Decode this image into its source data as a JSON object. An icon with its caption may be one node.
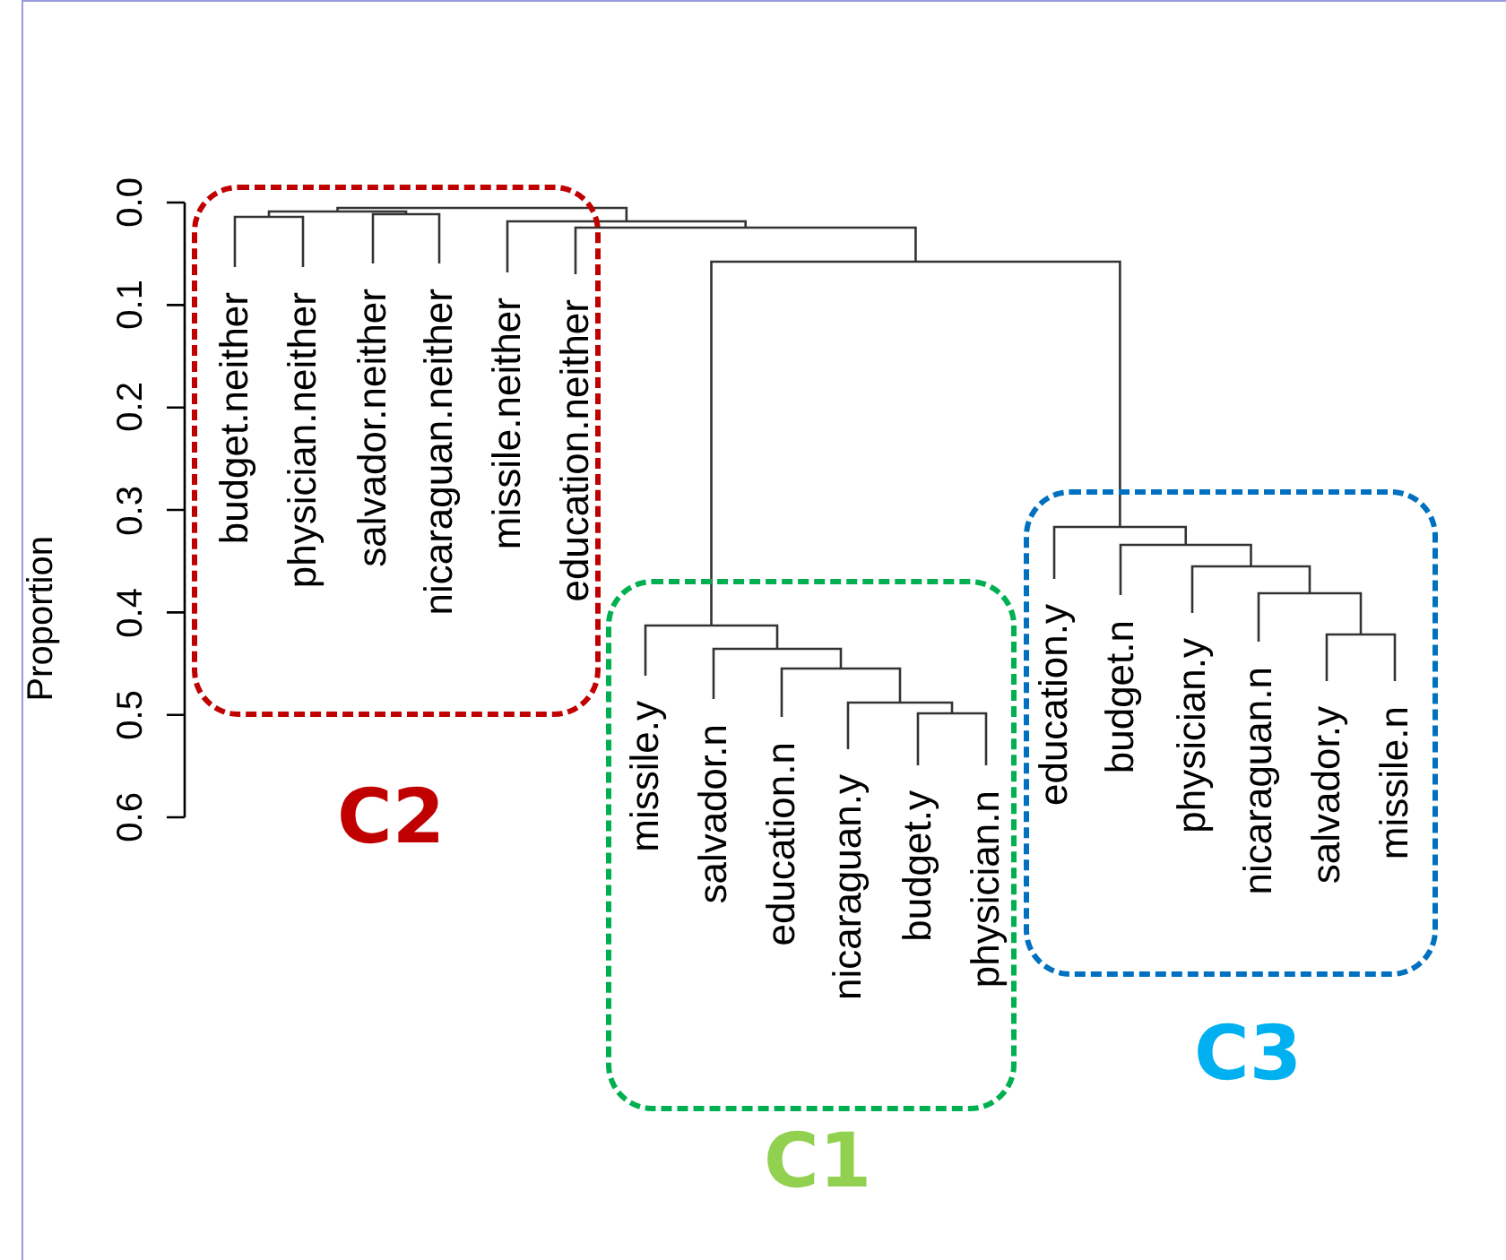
{
  "diagram": {
    "nodes": [
      {
        "text": [
          "C2"
        ]
      },
      {
        "text": [
          "budget.neither"
        ],
        "in": 0
      },
      {
        "text": [
          "physician.neither"
        ],
        "in": 0
      },
      {
        "text": [
          "salvador.neither"
        ],
        "in": 0
      },
      {
        "text": [
          "nicaraguan.neither"
        ],
        "in": 0
      },
      {
        "text": [
          "missile.neither"
        ],
        "in": 0
      },
      {
        "text": [
          "education.neither"
        ],
        "in": 0
      },
      {
        "text": [
          "C1"
        ]
      },
      {
        "text": [
          "missile.y"
        ],
        "in": 7
      },
      {
        "text": [
          "salvador.n"
        ],
        "in": 7
      },
      {
        "text": [
          "education.n"
        ],
        "in": 7
      },
      {
        "text": [
          "nicaraguan.y"
        ],
        "in": 7
      },
      {
        "text": [
          "budget.y"
        ],
        "in": 7
      },
      {
        "text": [
          "physician.n"
        ],
        "in": 7
      },
      {
        "text": [
          "C3"
        ]
      },
      {
        "text": [
          "education.y"
        ],
        "in": 14
      },
      {
        "text": [
          "budget.n"
        ],
        "in": 14
      },
      {
        "text": [
          "physician.y"
        ],
        "in": 14
      },
      {
        "text": [
          "nicaraguan.n"
        ],
        "in": 14
      },
      {
        "text": [
          "salvador.y"
        ],
        "in": 14
      },
      {
        "text": [
          "missile.n"
        ],
        "in": 14
      }
    ],
    "edges": [],
    "labels": [
      "Proportion",
      "0.0",
      "0.1",
      "0.2",
      "0.3",
      "0.4",
      "0.5",
      "0.6"
    ]
  }
}
